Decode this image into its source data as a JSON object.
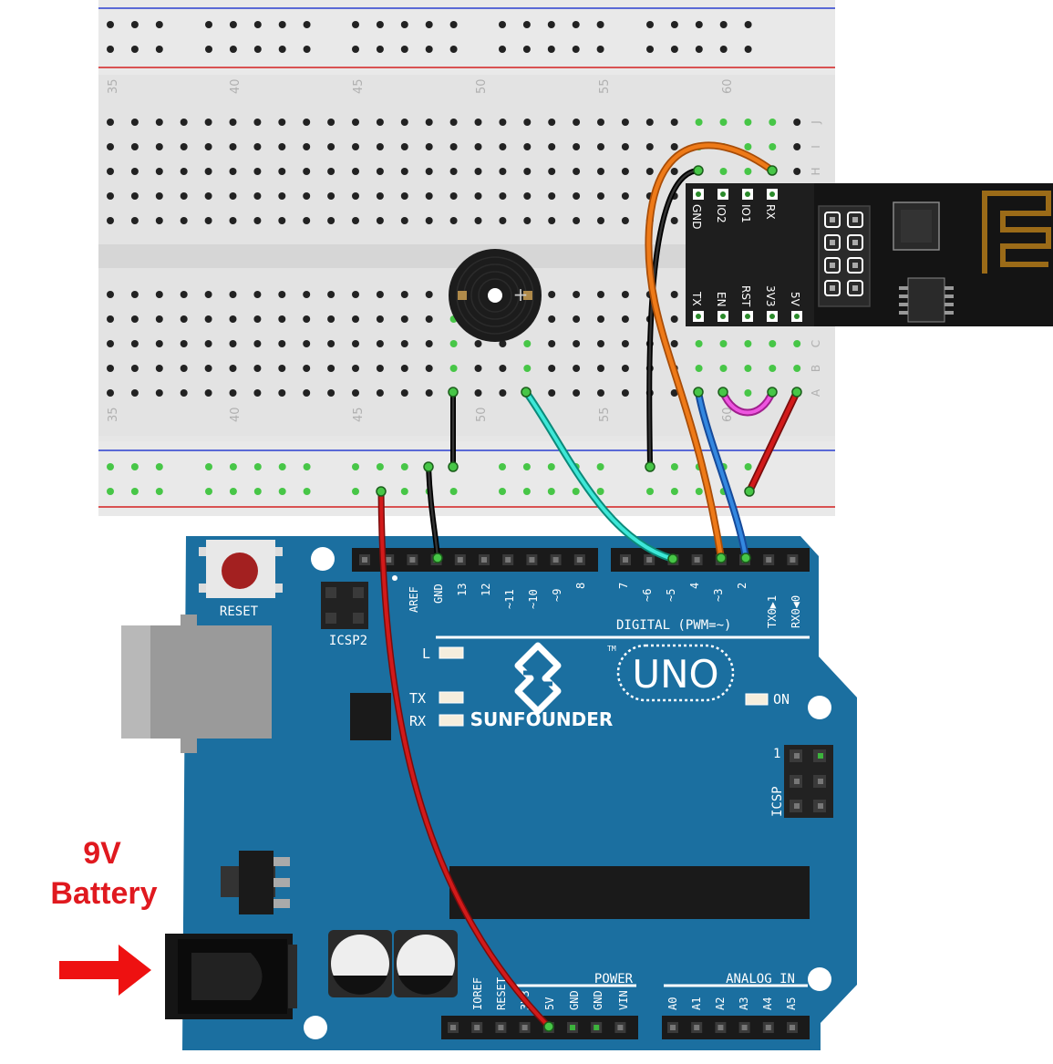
{
  "breadboard": {
    "column_numbers": [
      "35",
      "40",
      "45",
      "50",
      "55",
      "60"
    ],
    "row_letters_top": [
      "J",
      "I",
      "H"
    ],
    "row_letters_bottom": [
      "C",
      "B",
      "A"
    ]
  },
  "arduino": {
    "brand": "SUNFOUNDER",
    "model": "UNO",
    "tm": "TM",
    "reset_label": "RESET",
    "icsp2_label": "ICSP2",
    "icsp_label": "ICSP",
    "icsp_pin1": "1",
    "led_l": "L",
    "led_tx": "TX",
    "led_rx": "RX",
    "led_on": "ON",
    "digital_label": "DIGITAL (PWM=~)",
    "digital_pins": [
      "AREF",
      "GND",
      "13",
      "12",
      "~11",
      "~10",
      "~9",
      "8",
      "7",
      "~6",
      "~5",
      "4",
      "~3",
      "2",
      "TX0▶1",
      "RX0◀0"
    ],
    "power_label": "POWER",
    "power_pins": [
      "IOREF",
      "RESET",
      "3V3",
      "5V",
      "GND",
      "GND",
      "VIN"
    ],
    "analog_label": "ANALOG IN",
    "analog_pins": [
      "A0",
      "A1",
      "A2",
      "A3",
      "A4",
      "A5"
    ]
  },
  "wifi_module": {
    "pins_top": [
      "GND",
      "IO2",
      "IO1",
      "RX"
    ],
    "pins_bottom": [
      "TX",
      "EN",
      "RST",
      "3V3",
      "5V"
    ]
  },
  "buzzer": {
    "plus": "+"
  },
  "battery": {
    "line1": "9V",
    "line2": "Battery"
  },
  "colors": {
    "board_blue": "#1b6fa0",
    "breadboard": "#e6e6e6",
    "wire_red": "#c81414",
    "wire_black": "#111111",
    "wire_orange": "#e87416",
    "wire_blue": "#2a78d4",
    "wire_cyan": "#34e0d0",
    "wire_magenta": "#e040d0",
    "battery_arrow": "#ee1111"
  }
}
